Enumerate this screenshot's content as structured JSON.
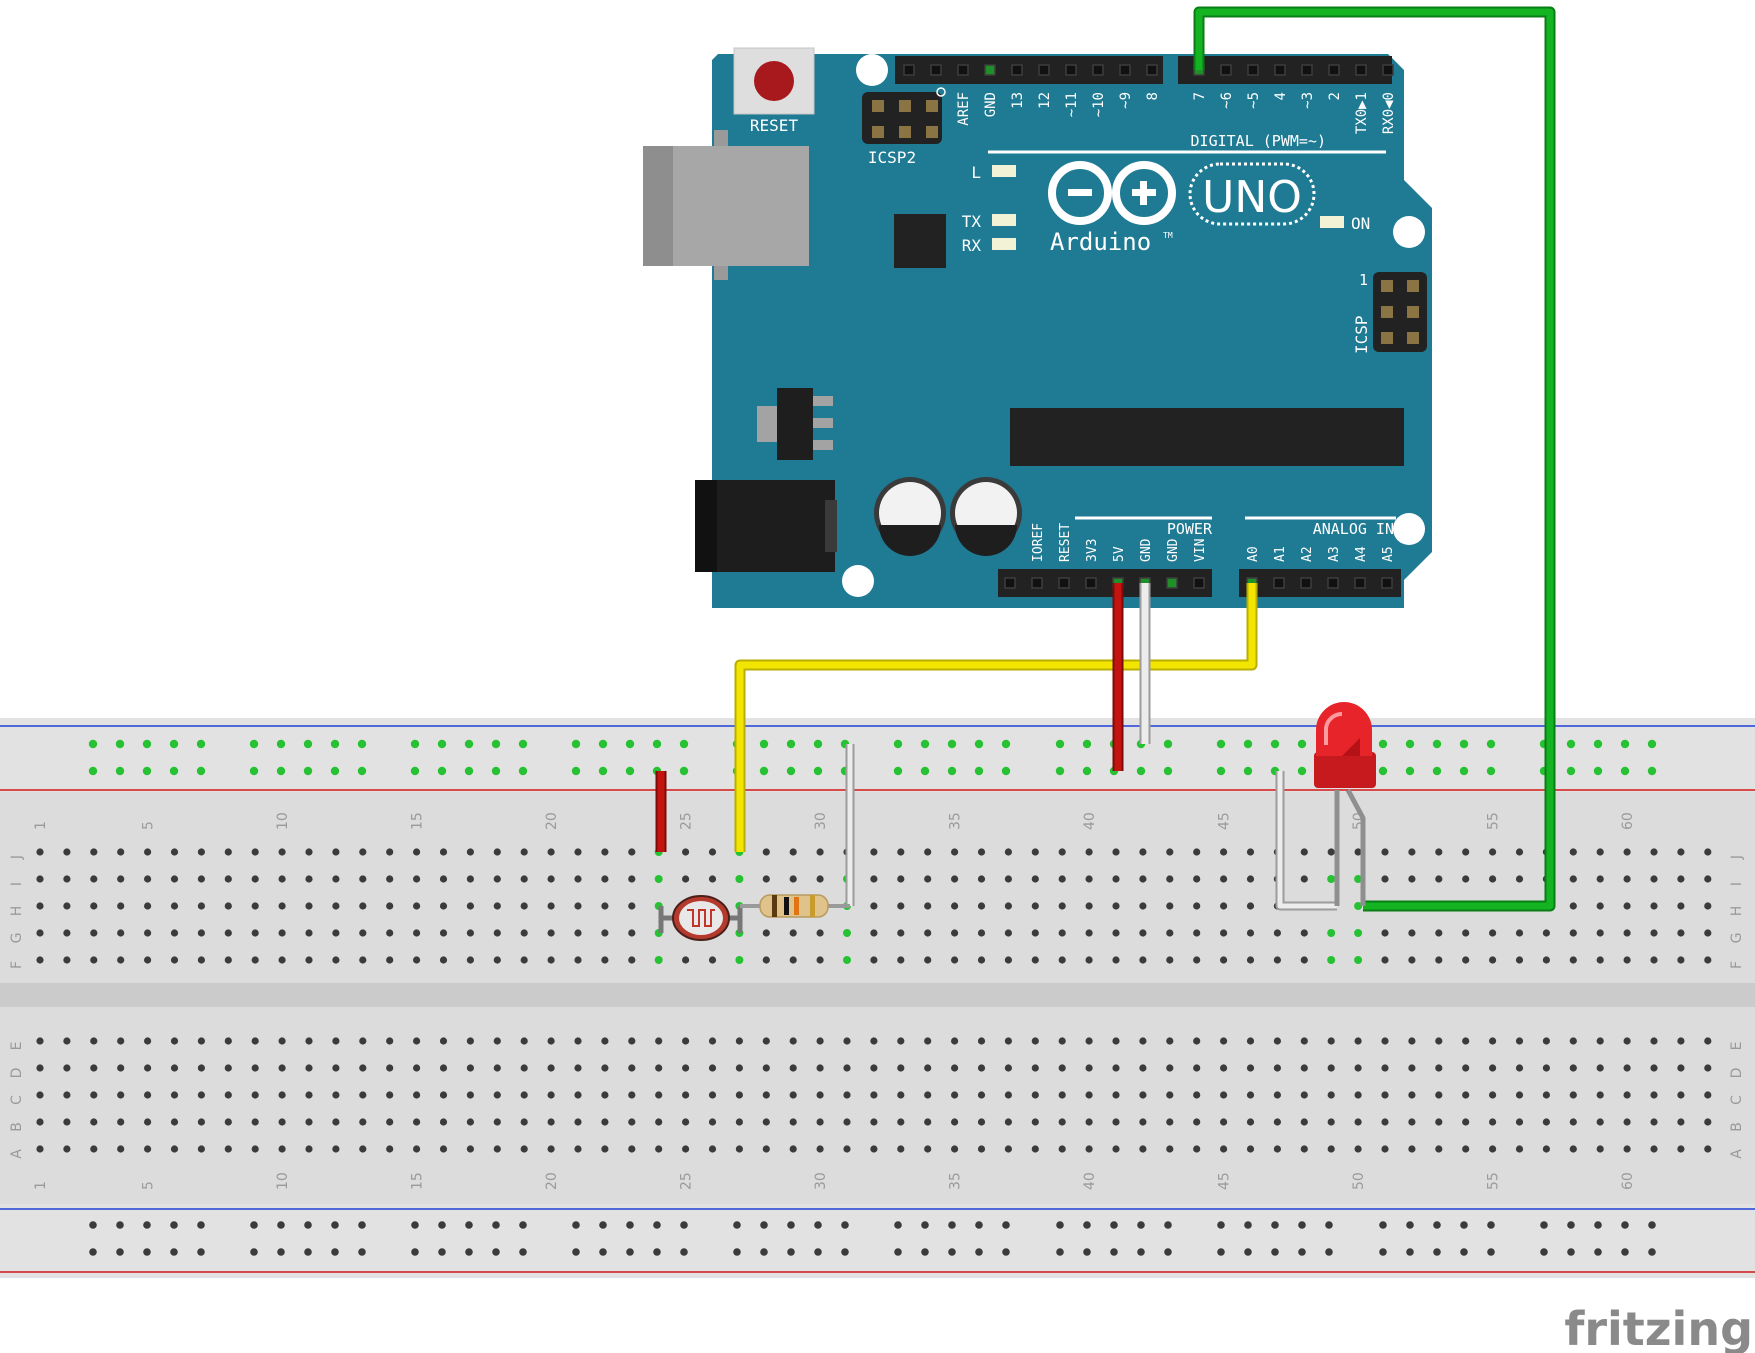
{
  "board": {
    "reset_label": "RESET",
    "icsp2_label": "ICSP2",
    "icsp_label": "ICSP",
    "icsp_pin1": "1",
    "digital_label": "DIGITAL (PWM=~)",
    "top_pins": [
      "AREF",
      "GND",
      "13",
      "12",
      "~11",
      "~10",
      "~9",
      "8"
    ],
    "digital_pins": [
      "7",
      "~6",
      "~5",
      "4",
      "~3",
      "2",
      "TX0▶1",
      "RX0◀0"
    ],
    "led_l": "L",
    "led_tx": "TX",
    "led_rx": "RX",
    "led_on": "ON",
    "logo_text": "Arduino",
    "logo_tm": "TM",
    "model": "UNO",
    "power_label": "POWER",
    "power_pins": [
      "IOREF",
      "RESET",
      "3V3",
      "5V",
      "GND",
      "GND",
      "VIN"
    ],
    "analog_label": "ANALOG IN",
    "analog_pins": [
      "A0",
      "A1",
      "A2",
      "A3",
      "A4",
      "A5"
    ]
  },
  "breadboard": {
    "column_numbers": [
      "1",
      "5",
      "10",
      "15",
      "20",
      "25",
      "30",
      "35",
      "40",
      "45",
      "50",
      "55",
      "60"
    ],
    "rows_top": [
      "J",
      "I",
      "H",
      "G",
      "F"
    ],
    "rows_bottom": [
      "E",
      "D",
      "C",
      "B",
      "A"
    ]
  },
  "watermark": "fritzing",
  "colors": {
    "board": "#1f7a94",
    "breadboard": "#dcdcdc",
    "wire_yellow": "#f2e600",
    "wire_red": "#c4140f",
    "wire_green": "#13b322",
    "wire_white": "#e9e9e9",
    "led": "#e8242b",
    "rail_blue": "#1f3fd6",
    "rail_red": "#d11818"
  }
}
